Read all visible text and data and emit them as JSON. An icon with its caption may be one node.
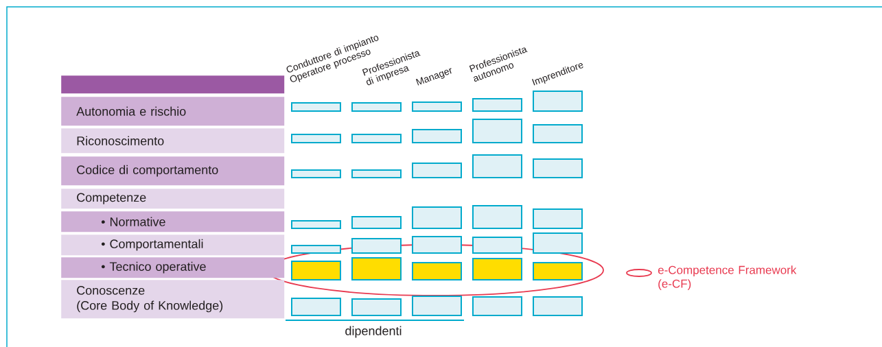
{
  "diagram": {
    "nodes": [
      {
        "text": [],
        "shape": "bar"
      },
      {
        "text": [
          "Autonomia e rischio"
        ]
      },
      {
        "text": [
          "Riconoscimento"
        ]
      },
      {
        "text": [
          "Codice di comportamento"
        ]
      },
      {
        "text": [
          "Competenze"
        ]
      },
      {
        "text": [
          "• Normative"
        ]
      },
      {
        "text": [
          "• Comportamentali"
        ]
      },
      {
        "text": [
          "• Tecnico operative"
        ]
      },
      {
        "text": [
          "Conoscenze",
          "(Core Body of Knowledge)"
        ]
      }
    ],
    "labels": [
      "Conduttore di impianto Operatore processo",
      "Professionista di impresa",
      "Manager",
      "Professionista autonomo",
      "Imprenditore",
      "dipendenti"
    ],
    "legend": [
      {
        "text": "e-Competence Framework (e-CF)"
      }
    ]
  }
}
